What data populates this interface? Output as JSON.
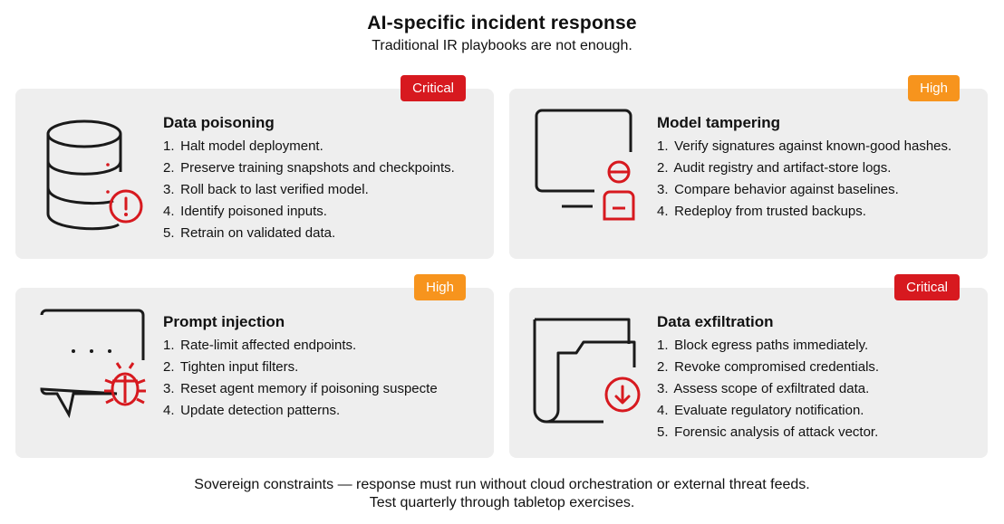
{
  "header": {
    "title": "AI-specific incident response",
    "subtitle": "Traditional IR playbooks are not enough."
  },
  "cards": [
    {
      "title": "Data poisoning",
      "severity": "Critical",
      "icon": "database-alert-icon",
      "steps": [
        {
          "n": "1.",
          "text": "Halt model deployment."
        },
        {
          "n": "2.",
          "text": "Preserve training snapshots and checkpoints."
        },
        {
          "n": "3.",
          "text": "Roll back to last verified model."
        },
        {
          "n": "4.",
          "text": "Identify poisoned inputs."
        },
        {
          "n": "5.",
          "text": "Retrain on validated data."
        }
      ]
    },
    {
      "title": "Model tampering",
      "severity": "High",
      "icon": "monitor-hacker-icon",
      "steps": [
        {
          "n": "1.",
          "text": "Verify signatures against known-good hashes."
        },
        {
          "n": "2.",
          "text": "Audit registry and artifact-store logs."
        },
        {
          "n": "3.",
          "text": "Compare behavior against baselines."
        },
        {
          "n": "4.",
          "text": "Redeploy from trusted backups."
        }
      ]
    },
    {
      "title": "Prompt injection",
      "severity": "High",
      "icon": "chat-bug-icon",
      "steps": [
        {
          "n": "1.",
          "text": "Rate-limit affected endpoints."
        },
        {
          "n": "2.",
          "text": "Tighten input filters."
        },
        {
          "n": "3.",
          "text": "Reset agent memory if poisoning suspecte"
        },
        {
          "n": "4.",
          "text": "Update detection patterns."
        }
      ]
    },
    {
      "title": "Data exfiltration",
      "severity": "Critical",
      "icon": "folder-download-icon",
      "steps": [
        {
          "n": "1.",
          "text": "Block egress paths immediately."
        },
        {
          "n": "2.",
          "text": "Revoke compromised credentials."
        },
        {
          "n": "3.",
          "text": "Assess scope of exfiltrated data."
        },
        {
          "n": "4.",
          "text": "Evaluate regulatory notification."
        },
        {
          "n": "5.",
          "text": "Forensic analysis of attack vector."
        }
      ]
    }
  ],
  "footer": {
    "line1": "Sovereign constraints — response must run without cloud orchestration or external threat feeds.",
    "line2": "Test quarterly through tabletop exercises."
  },
  "colors": {
    "critical": "#d7191f",
    "high": "#f7941d",
    "card_bg": "#eeeeee",
    "icon_stroke": "#1a1a1a",
    "icon_accent": "#d7191f"
  }
}
